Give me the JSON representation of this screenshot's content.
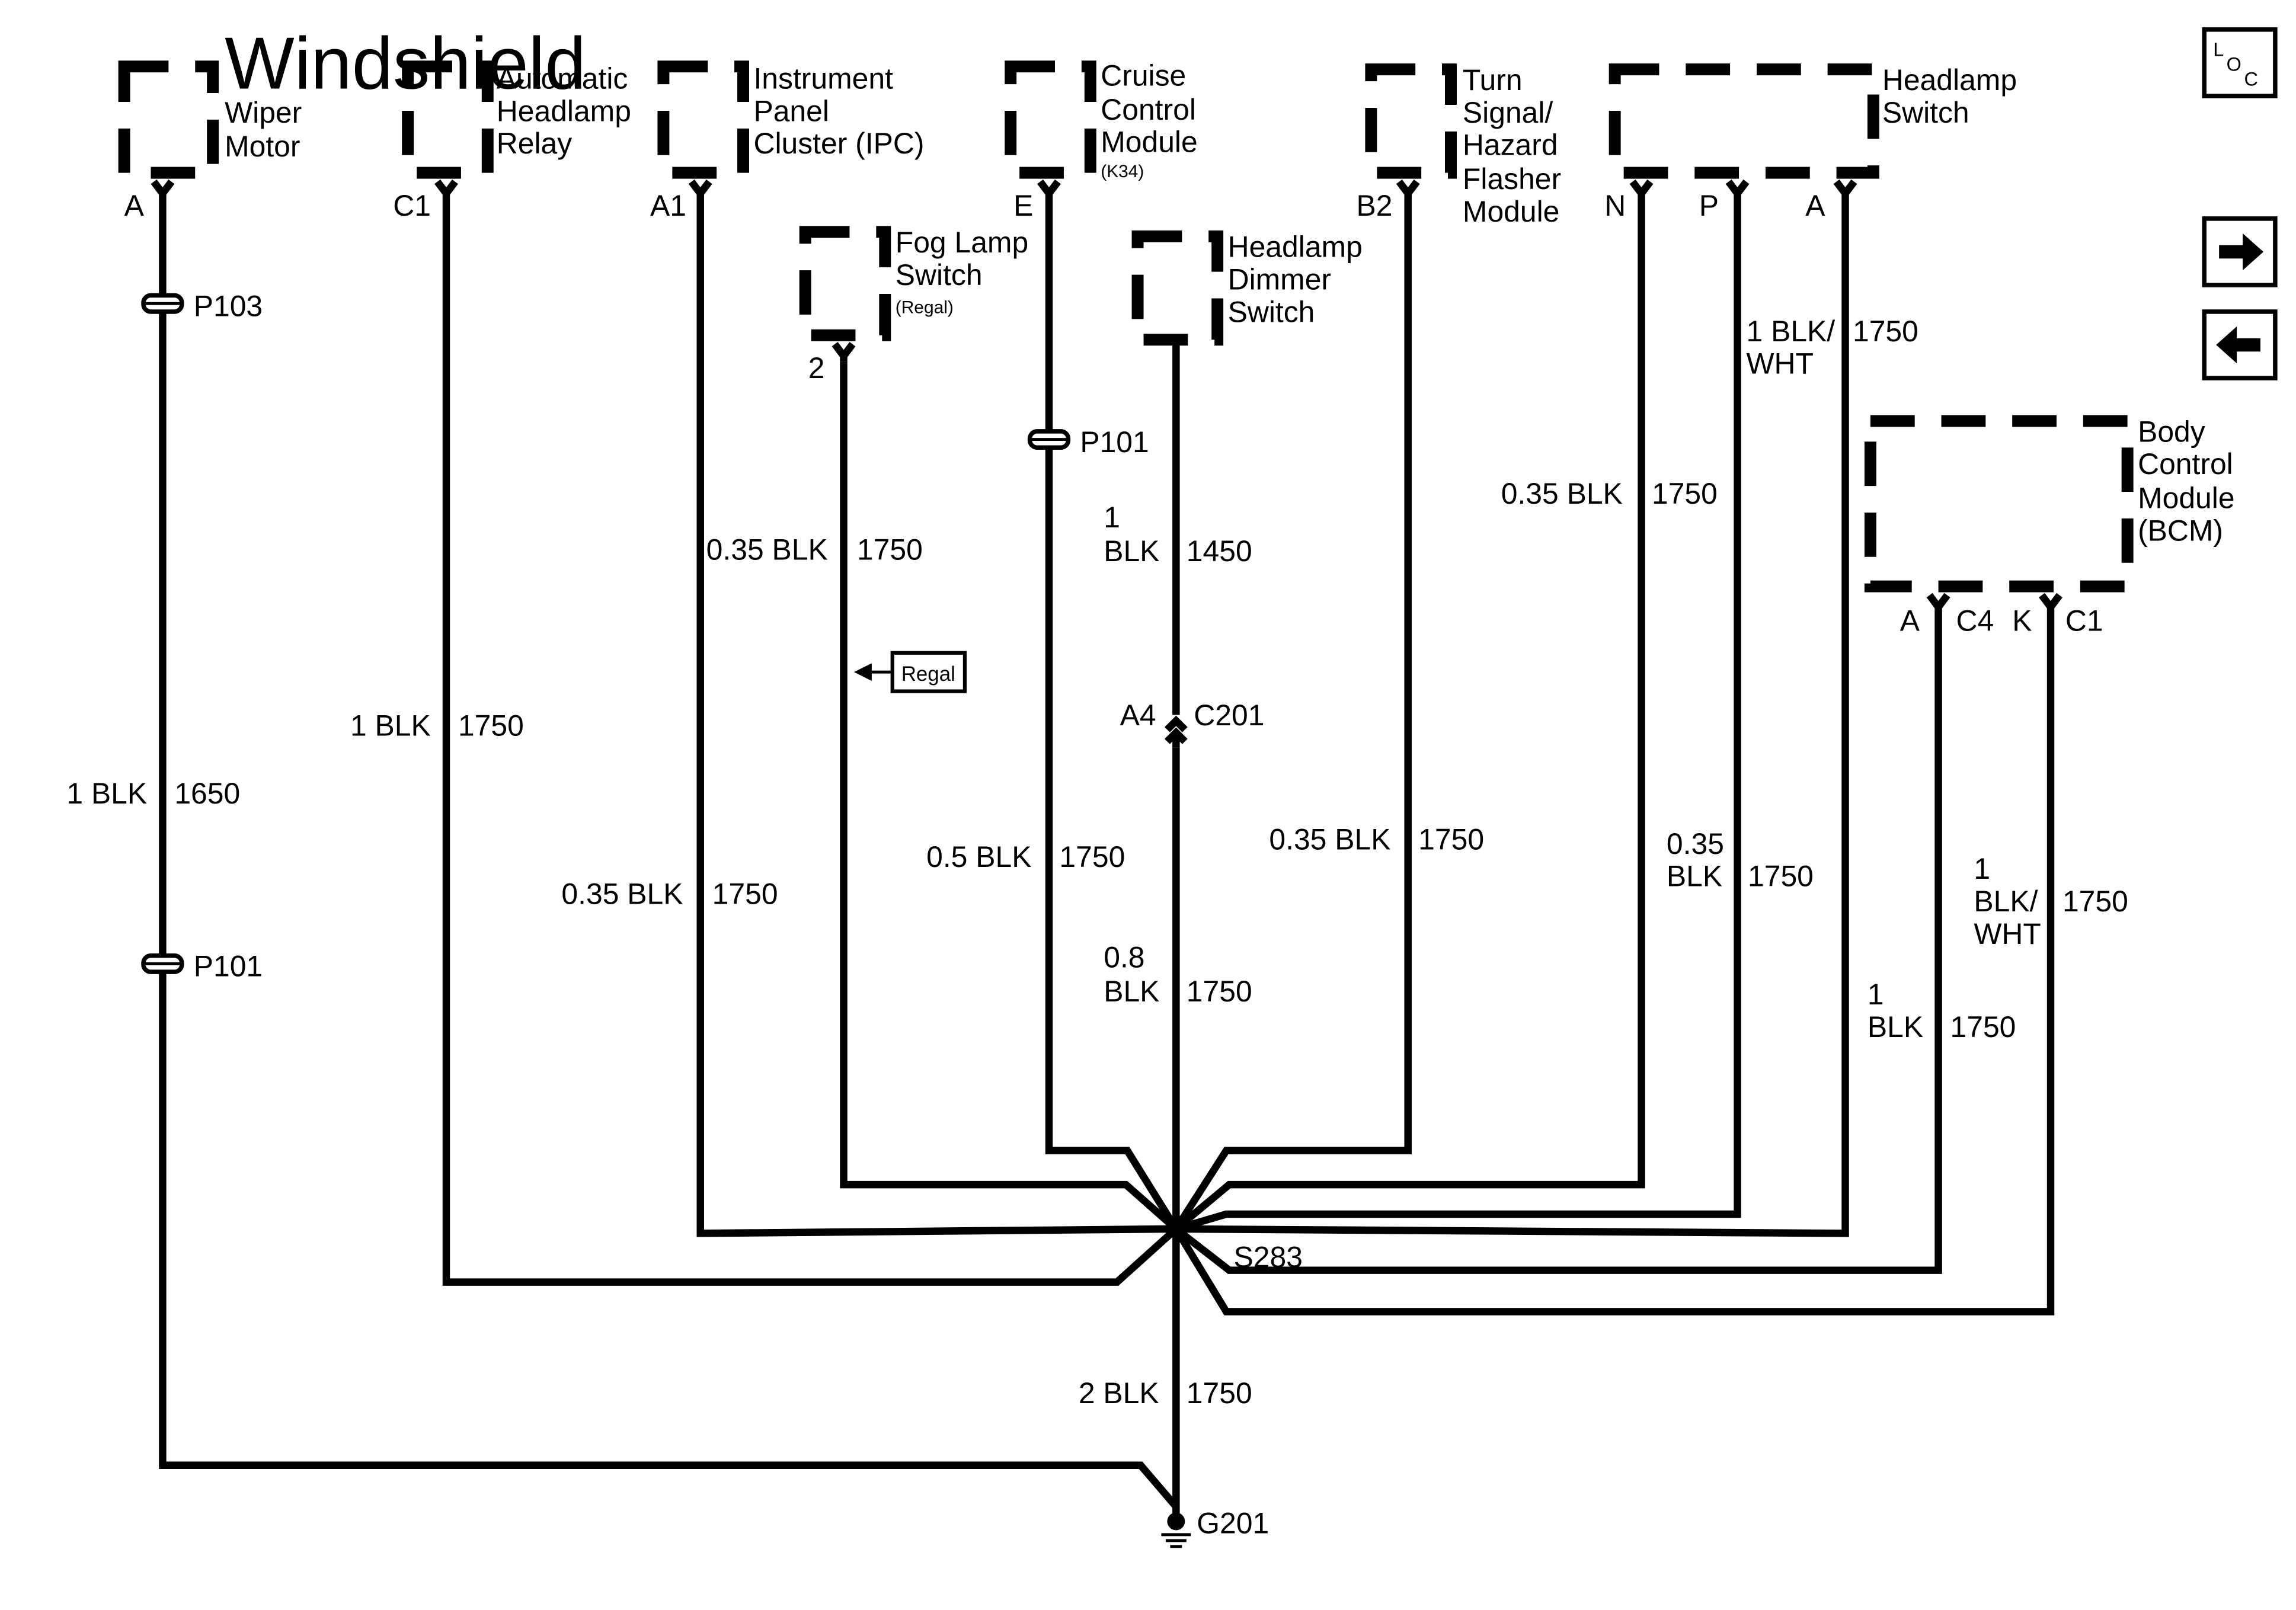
{
  "components": {
    "wiper_motor": {
      "lines": [
        "Windshield",
        "Wiper",
        "Motor"
      ],
      "pin": "A"
    },
    "auto_headlamp_relay": {
      "lines": [
        "Automatic",
        "Headlamp",
        "Relay"
      ],
      "pin": "C1"
    },
    "ipc": {
      "lines": [
        "Instrument",
        "Panel",
        "Cluster (IPC)"
      ],
      "pin": "A1"
    },
    "cruise_module": {
      "lines": [
        "Cruise",
        "Control",
        "Module"
      ],
      "sub": "(K34)",
      "pin": "E"
    },
    "fog_lamp_switch": {
      "lines": [
        "Fog Lamp",
        "Switch"
      ],
      "sub": "(Regal)",
      "pin": "2"
    },
    "headlamp_dimmer": {
      "lines": [
        "Headlamp",
        "Dimmer",
        "Switch"
      ]
    },
    "turn_hazard": {
      "lines": [
        "Turn",
        "Signal/",
        "Hazard",
        "Flasher",
        "Module"
      ],
      "pin": "B2"
    },
    "headlamp_switch": {
      "lines": [
        "Headlamp",
        "Switch"
      ],
      "pins": [
        "N",
        "P",
        "A"
      ]
    },
    "bcm": {
      "lines": [
        "Body",
        "Control",
        "Module",
        "(BCM)"
      ],
      "pins": [
        "A",
        "C4",
        "K",
        "C1"
      ]
    }
  },
  "connectors": {
    "p103": "P103",
    "p101_left": "P101",
    "p101_cruise": "P101",
    "c201_pin": "A4",
    "c201": "C201",
    "splice": "S283",
    "ground": "G201"
  },
  "wires": {
    "wiper": {
      "gauge": "1 BLK",
      "circuit": "1650"
    },
    "relay": {
      "gauge": "1 BLK",
      "circuit": "1750"
    },
    "ipc": {
      "gauge": "0.35 BLK",
      "circuit": "1750"
    },
    "fog": {
      "gauge": "0.35 BLK",
      "circuit": "1750"
    },
    "cruise": {
      "gauge": "0.5 BLK",
      "circuit": "1750"
    },
    "dimmer_upper": {
      "gauge_lines": [
        "1",
        "BLK"
      ],
      "circuit": "1450"
    },
    "dimmer_lower": {
      "gauge_lines": [
        "0.8",
        "BLK"
      ],
      "circuit": "1750"
    },
    "turn": {
      "gauge": "0.35 BLK",
      "circuit": "1750"
    },
    "hs_n": {
      "gauge": "0.35 BLK",
      "circuit": "1750"
    },
    "hs_p_upper": {
      "gauge_lines": [
        "1 BLK/",
        "WHT"
      ],
      "circuit": "1750"
    },
    "hs_p_lower": {
      "gauge_lines": [
        "0.35",
        "BLK"
      ],
      "circuit": "1750"
    },
    "bcm_a": {
      "gauge_lines": [
        "1",
        "BLK"
      ],
      "circuit": "1750"
    },
    "bcm_c1": {
      "gauge_lines": [
        "1",
        "BLK/",
        "WHT"
      ],
      "circuit": "1750"
    },
    "ground": {
      "gauge": "2 BLK",
      "circuit": "1750"
    }
  },
  "callouts": {
    "regal": "Regal"
  },
  "nav": {
    "loc_l": "L",
    "loc_o": "O",
    "loc_c": "C"
  }
}
